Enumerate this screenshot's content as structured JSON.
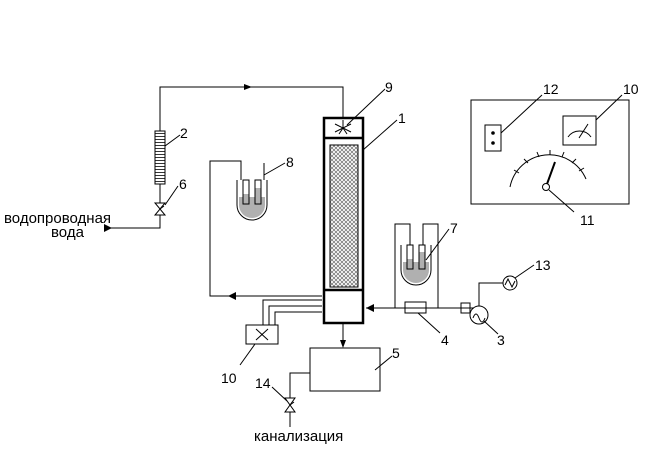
{
  "labels": {
    "water_supply_line1": "водопроводная",
    "water_supply_line2": "вода",
    "sewer": "канализация"
  },
  "callouts": {
    "n1": "1",
    "n2": "2",
    "n3": "3",
    "n4": "4",
    "n5": "5",
    "n6": "6",
    "n7": "7",
    "n8": "8",
    "n9": "9",
    "n10_panel": "10",
    "n10_box": "10",
    "n11": "11",
    "n12": "12",
    "n13": "13",
    "n14": "14"
  },
  "colors": {
    "line": "#000000",
    "packing": "#c8c8c8",
    "liquid": "#b0b0b0",
    "background": "#ffffff"
  }
}
